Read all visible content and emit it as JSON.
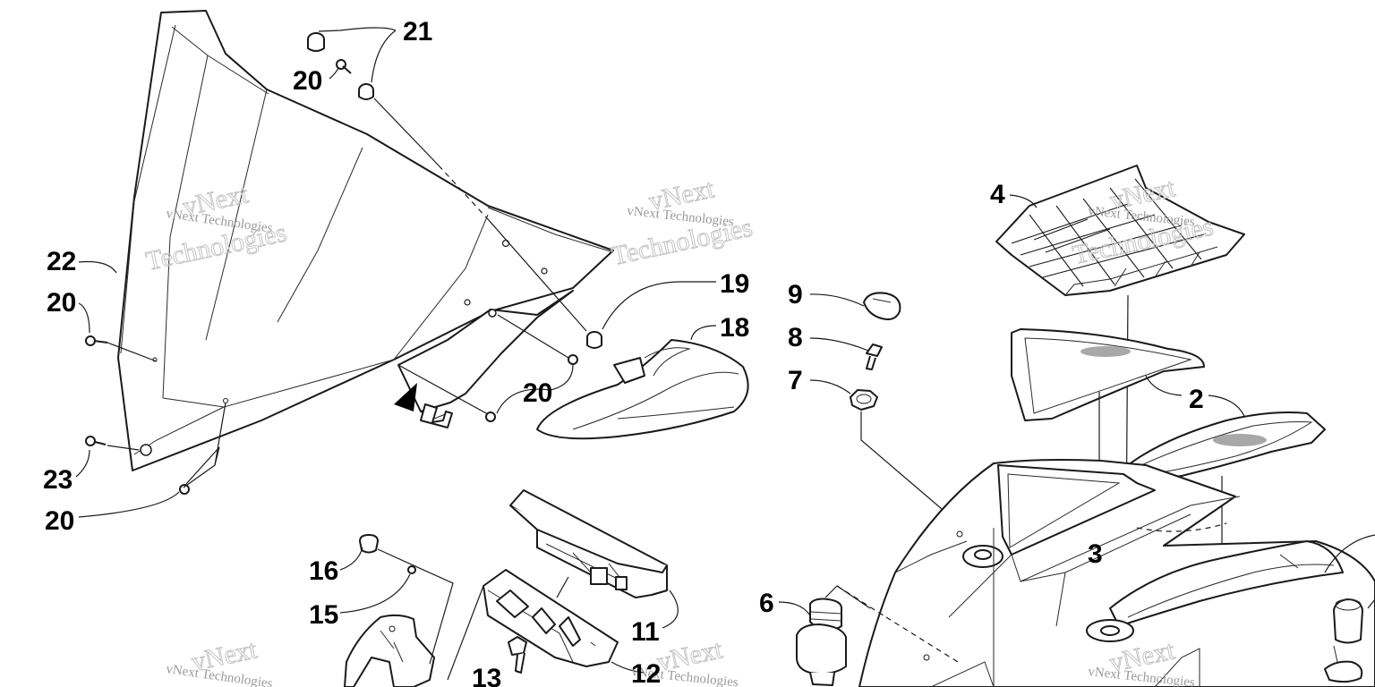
{
  "watermark": {
    "line1": "vNext Technologies",
    "line2": "vNext",
    "line3": "Technologies"
  },
  "callouts": {
    "c2": "2",
    "c3": "3",
    "c4": "4",
    "c6": "6",
    "c7": "7",
    "c8": "8",
    "c9": "9",
    "c11": "11",
    "c12": "12",
    "c13": "13",
    "c15": "15",
    "c16": "16",
    "c18": "18",
    "c19": "19",
    "c20a": "20",
    "c20b": "20",
    "c20c": "20",
    "c20d": "20",
    "c21": "21",
    "c22": "22",
    "c23": "23"
  },
  "colors": {
    "line": "#1a1a1a",
    "background": "#ffffff",
    "watermark": "#9a9a9a"
  }
}
